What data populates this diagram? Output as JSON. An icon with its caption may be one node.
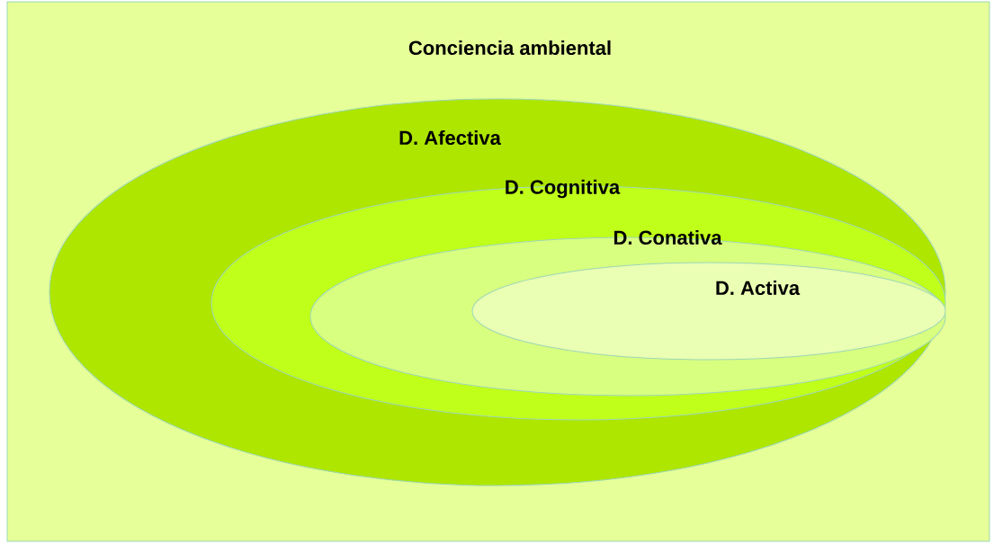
{
  "diagram": {
    "nodes": [
      {
        "text": [
          "Conciencia ambiental"
        ]
      },
      {
        "text": [
          "D. Afectiva"
        ],
        "in": 0
      },
      {
        "text": [
          "D. Cognitiva"
        ],
        "in": 1
      },
      {
        "text": [
          "D. Conativa"
        ],
        "in": 2
      },
      {
        "text": [
          "D. Activa"
        ],
        "in": 3
      }
    ]
  }
}
